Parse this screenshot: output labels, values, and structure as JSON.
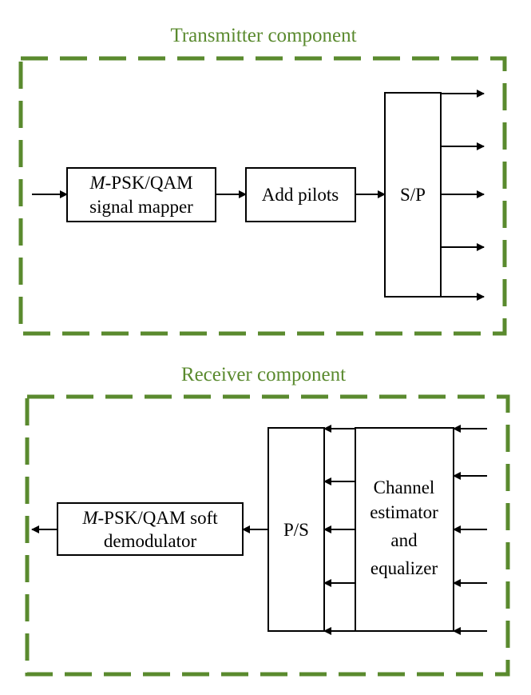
{
  "colors": {
    "accent": "#5a8a2e",
    "line": "#000000"
  },
  "transmitter": {
    "title": "Transmitter component",
    "mapper": {
      "line1_italic": "M",
      "line1_rest": "-PSK/QAM",
      "line2": "signal mapper"
    },
    "pilots": "Add pilots",
    "sp": "S/P"
  },
  "receiver": {
    "title": "Receiver component",
    "demod": {
      "line1_italic": "M",
      "line1_rest": "-PSK/QAM soft",
      "line2": "demodulator"
    },
    "ps": "P/S",
    "estimator": {
      "line1": "Channel",
      "line2": "estimator",
      "line3": "and",
      "line4": "equalizer"
    }
  }
}
